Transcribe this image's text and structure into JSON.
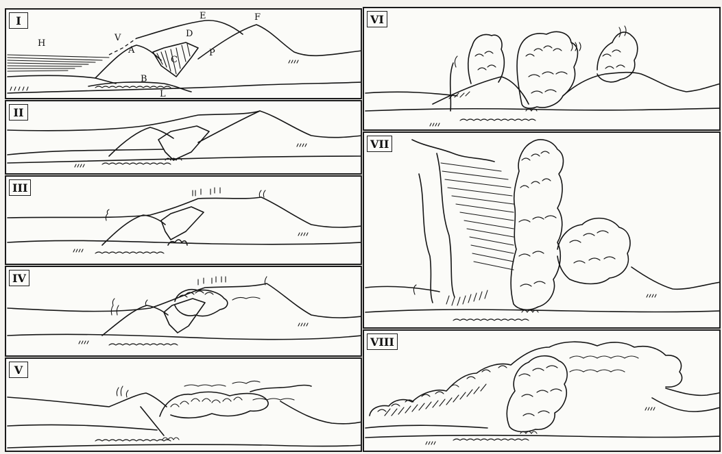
{
  "panels": {
    "p1": {
      "numeral": "I"
    },
    "p2": {
      "numeral": "II"
    },
    "p3": {
      "numeral": "III"
    },
    "p4": {
      "numeral": "IV"
    },
    "p5": {
      "numeral": "V"
    },
    "p6": {
      "numeral": "VI"
    },
    "p7": {
      "numeral": "VII"
    },
    "p8": {
      "numeral": "VIII"
    }
  },
  "labels": {
    "E": "E",
    "F": "F",
    "V": "V",
    "D": "D",
    "H": "H",
    "A": "A",
    "P": "P",
    "C": "C",
    "B": "B",
    "L": "L"
  }
}
